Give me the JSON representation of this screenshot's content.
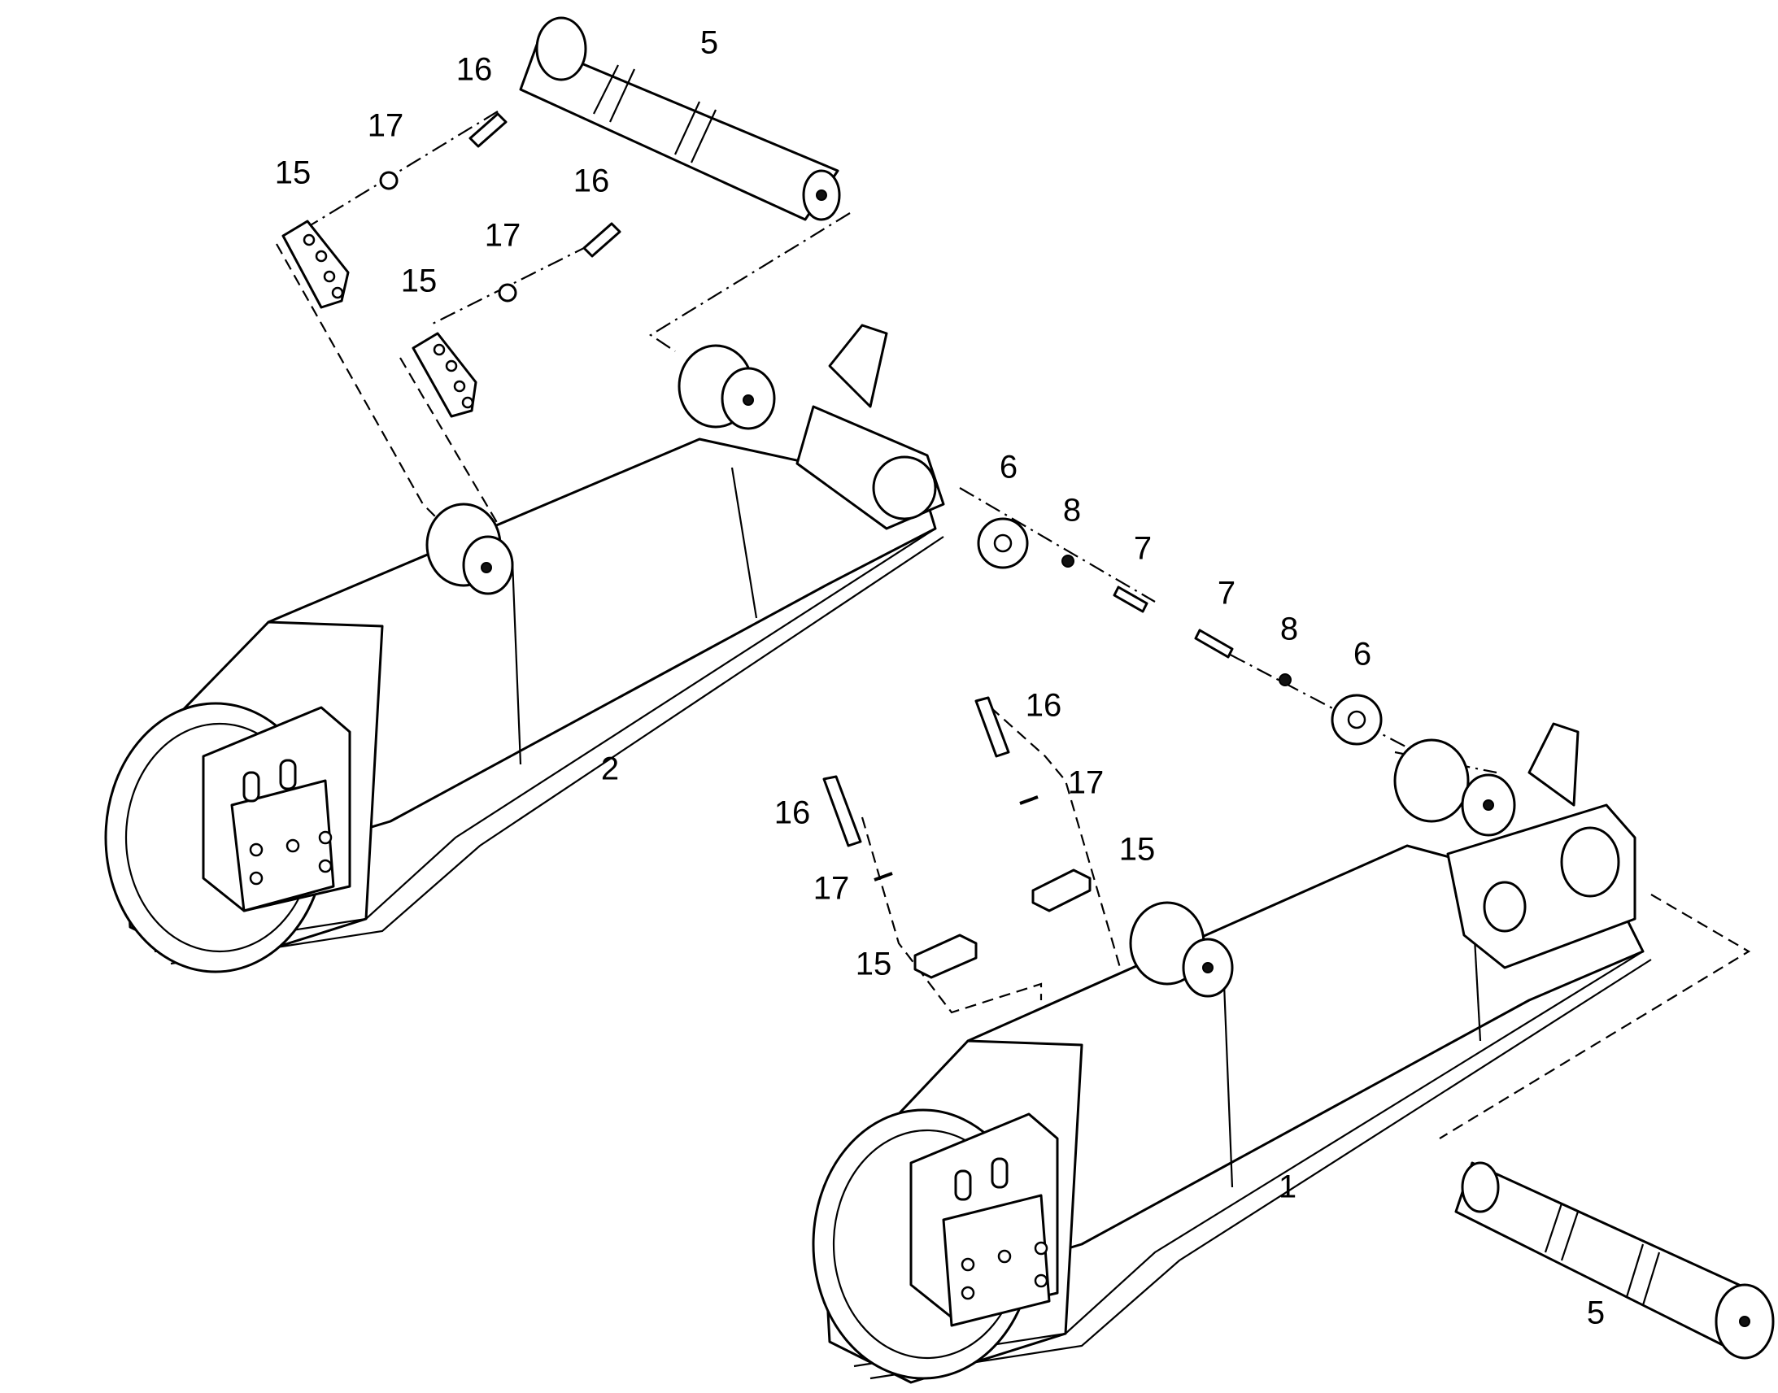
{
  "callouts": {
    "c5_top": "5",
    "c16_a": "16",
    "c17_a": "17",
    "c15_a": "15",
    "c16_b": "16",
    "c17_b": "17",
    "c15_b": "15",
    "c6_a": "6",
    "c8_a": "8",
    "c7_a": "7",
    "c7_b": "7",
    "c8_b": "8",
    "c6_b": "6",
    "c16_c": "16",
    "c17_c": "17",
    "c15_c": "15",
    "c16_d": "16",
    "c17_d": "17",
    "c15_d": "15",
    "c2": "2",
    "c1": "1",
    "c5_bottom": "5"
  }
}
